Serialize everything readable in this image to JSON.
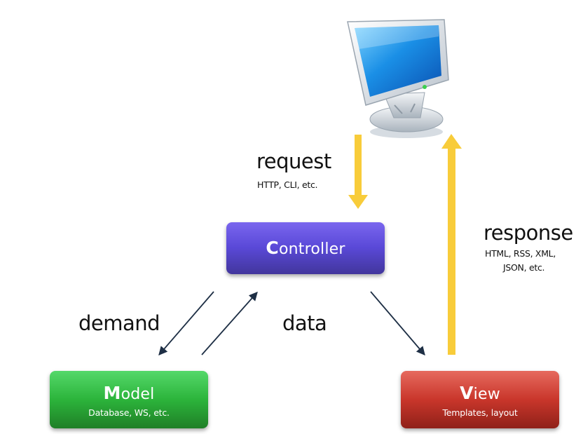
{
  "controller": {
    "initial": "C",
    "rest": "ontroller"
  },
  "model": {
    "initial": "M",
    "rest": "odel",
    "subtitle": "Database, WS, etc."
  },
  "view": {
    "initial": "V",
    "rest": "iew",
    "subtitle": "Templates, layout"
  },
  "request": {
    "label": "request",
    "detail": "HTTP, CLI, etc."
  },
  "response": {
    "label": "response",
    "detail_line1": "HTML, RSS, XML,",
    "detail_line2": "JSON, etc."
  },
  "demand": {
    "label": "demand"
  },
  "data": {
    "label": "data"
  },
  "client": {
    "icon": "computer-monitor-icon"
  },
  "colors": {
    "controller": "#5a49d8",
    "model": "#2cb43b",
    "view": "#c9362b",
    "http_arrows": "#f8cc3a",
    "data_arrows": "#1e2f45"
  }
}
